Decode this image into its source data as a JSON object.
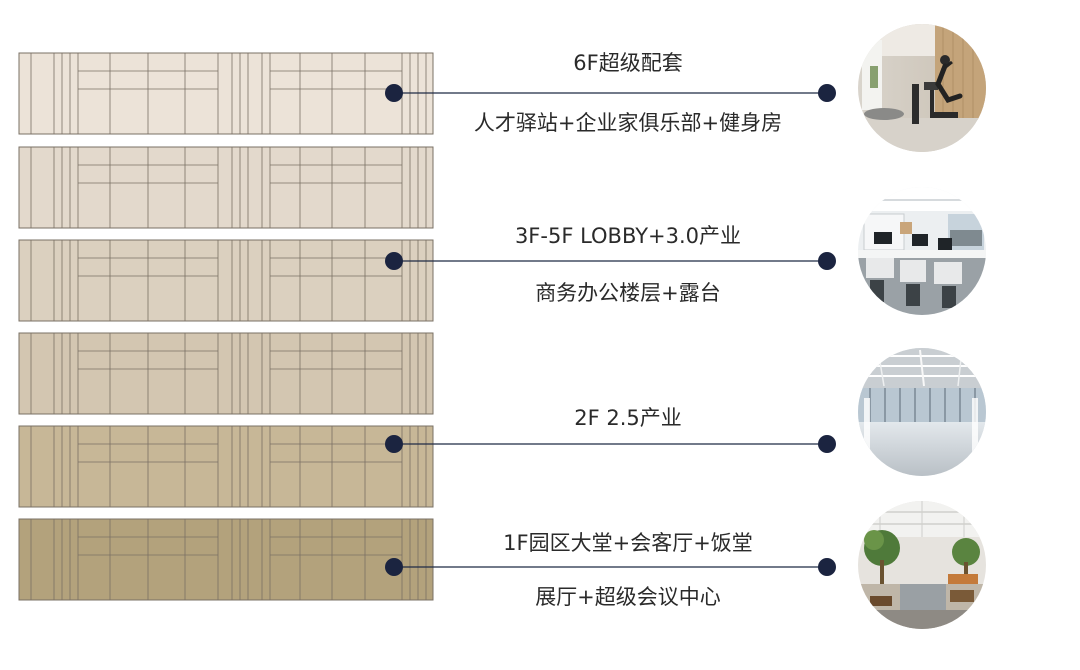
{
  "colors": {
    "line": "#1f2b45",
    "dot": "#1b2440",
    "facade_stroke": "#7a7064",
    "text": "#2a2a2a"
  },
  "floors": [
    {
      "title": "6F超级配套",
      "subtitle": "人才驿站+企业家俱乐部+健身房",
      "facade_color": "#ece3d8",
      "photo": "gym-photo"
    },
    {
      "title": "",
      "subtitle": "",
      "facade_color": "#e3d9cc",
      "photo": ""
    },
    {
      "title": "3F-5F LOBBY+3.0产业",
      "subtitle": "商务办公楼层+露台",
      "facade_color": "#dbd0bf",
      "photo": "office-photo"
    },
    {
      "title": "",
      "subtitle": "",
      "facade_color": "#d3c6b1",
      "photo": ""
    },
    {
      "title": "2F 2.5产业",
      "subtitle": "",
      "facade_color": "#c7b797",
      "photo": "open-floor-photo"
    },
    {
      "title": "1F园区大堂+会客厅+饭堂",
      "subtitle": "展厅+超级会议中心",
      "facade_color": "#b3a27c",
      "photo": "lobby-photo"
    }
  ]
}
